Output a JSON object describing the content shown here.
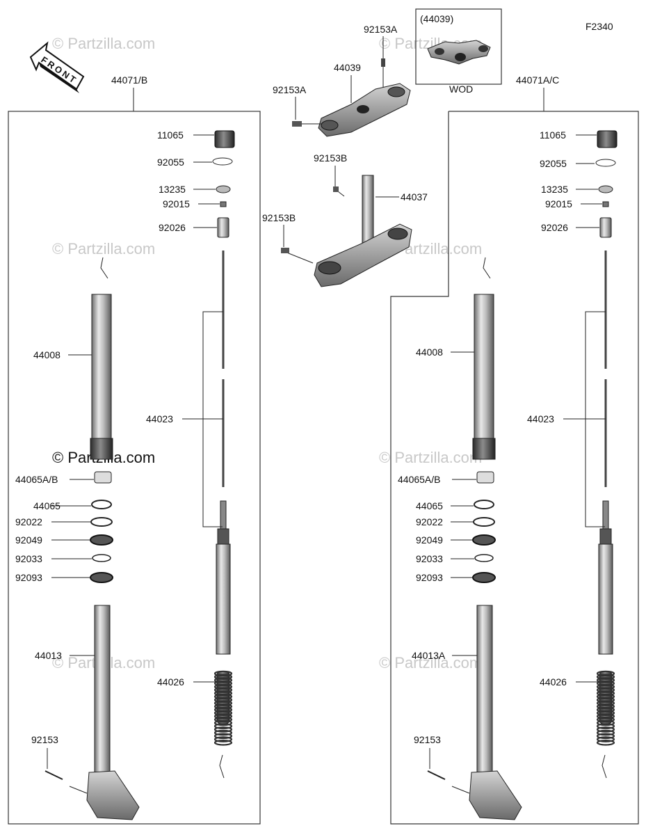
{
  "figure_code": "F2340",
  "front_arrow_label": "FRONT",
  "watermark_text": "© Partzilla.com",
  "assembly_left": "44071/B",
  "assembly_right": "44071A/C",
  "wod_box": {
    "part_ref": "(44039)",
    "caption": "WOD"
  },
  "center_parts": {
    "p92153A_top": "92153A",
    "p44039": "44039",
    "p92153A_left": "92153A",
    "p92153B_top": "92153B",
    "p44037": "44037",
    "p92153B_left": "92153B"
  },
  "left_fork": {
    "p11065": "11065",
    "p92055": "92055",
    "p13235": "13235",
    "p92015": "92015",
    "p92026": "92026",
    "p44008": "44008",
    "p44023": "44023",
    "p44065AB": "44065A/B",
    "p44065": "44065",
    "p92022": "92022",
    "p92049": "92049",
    "p92033": "92033",
    "p92093": "92093",
    "p44013": "44013",
    "p44026": "44026",
    "p92153": "92153"
  },
  "right_fork": {
    "p11065": "11065",
    "p92055": "92055",
    "p13235": "13235",
    "p92015": "92015",
    "p92026": "92026",
    "p44008": "44008",
    "p44023": "44023",
    "p44065AB": "44065A/B",
    "p44065": "44065",
    "p92022": "92022",
    "p92049": "92049",
    "p92033": "92033",
    "p92093": "92093",
    "p44013": "44013A",
    "p44026": "44026",
    "p92153": "92153"
  },
  "colors": {
    "line": "#222222",
    "part_dark": "#3a3a3a",
    "part_mid": "#8a8a8a",
    "part_light": "#d9d9d9",
    "watermark": "#c8c8c8"
  }
}
